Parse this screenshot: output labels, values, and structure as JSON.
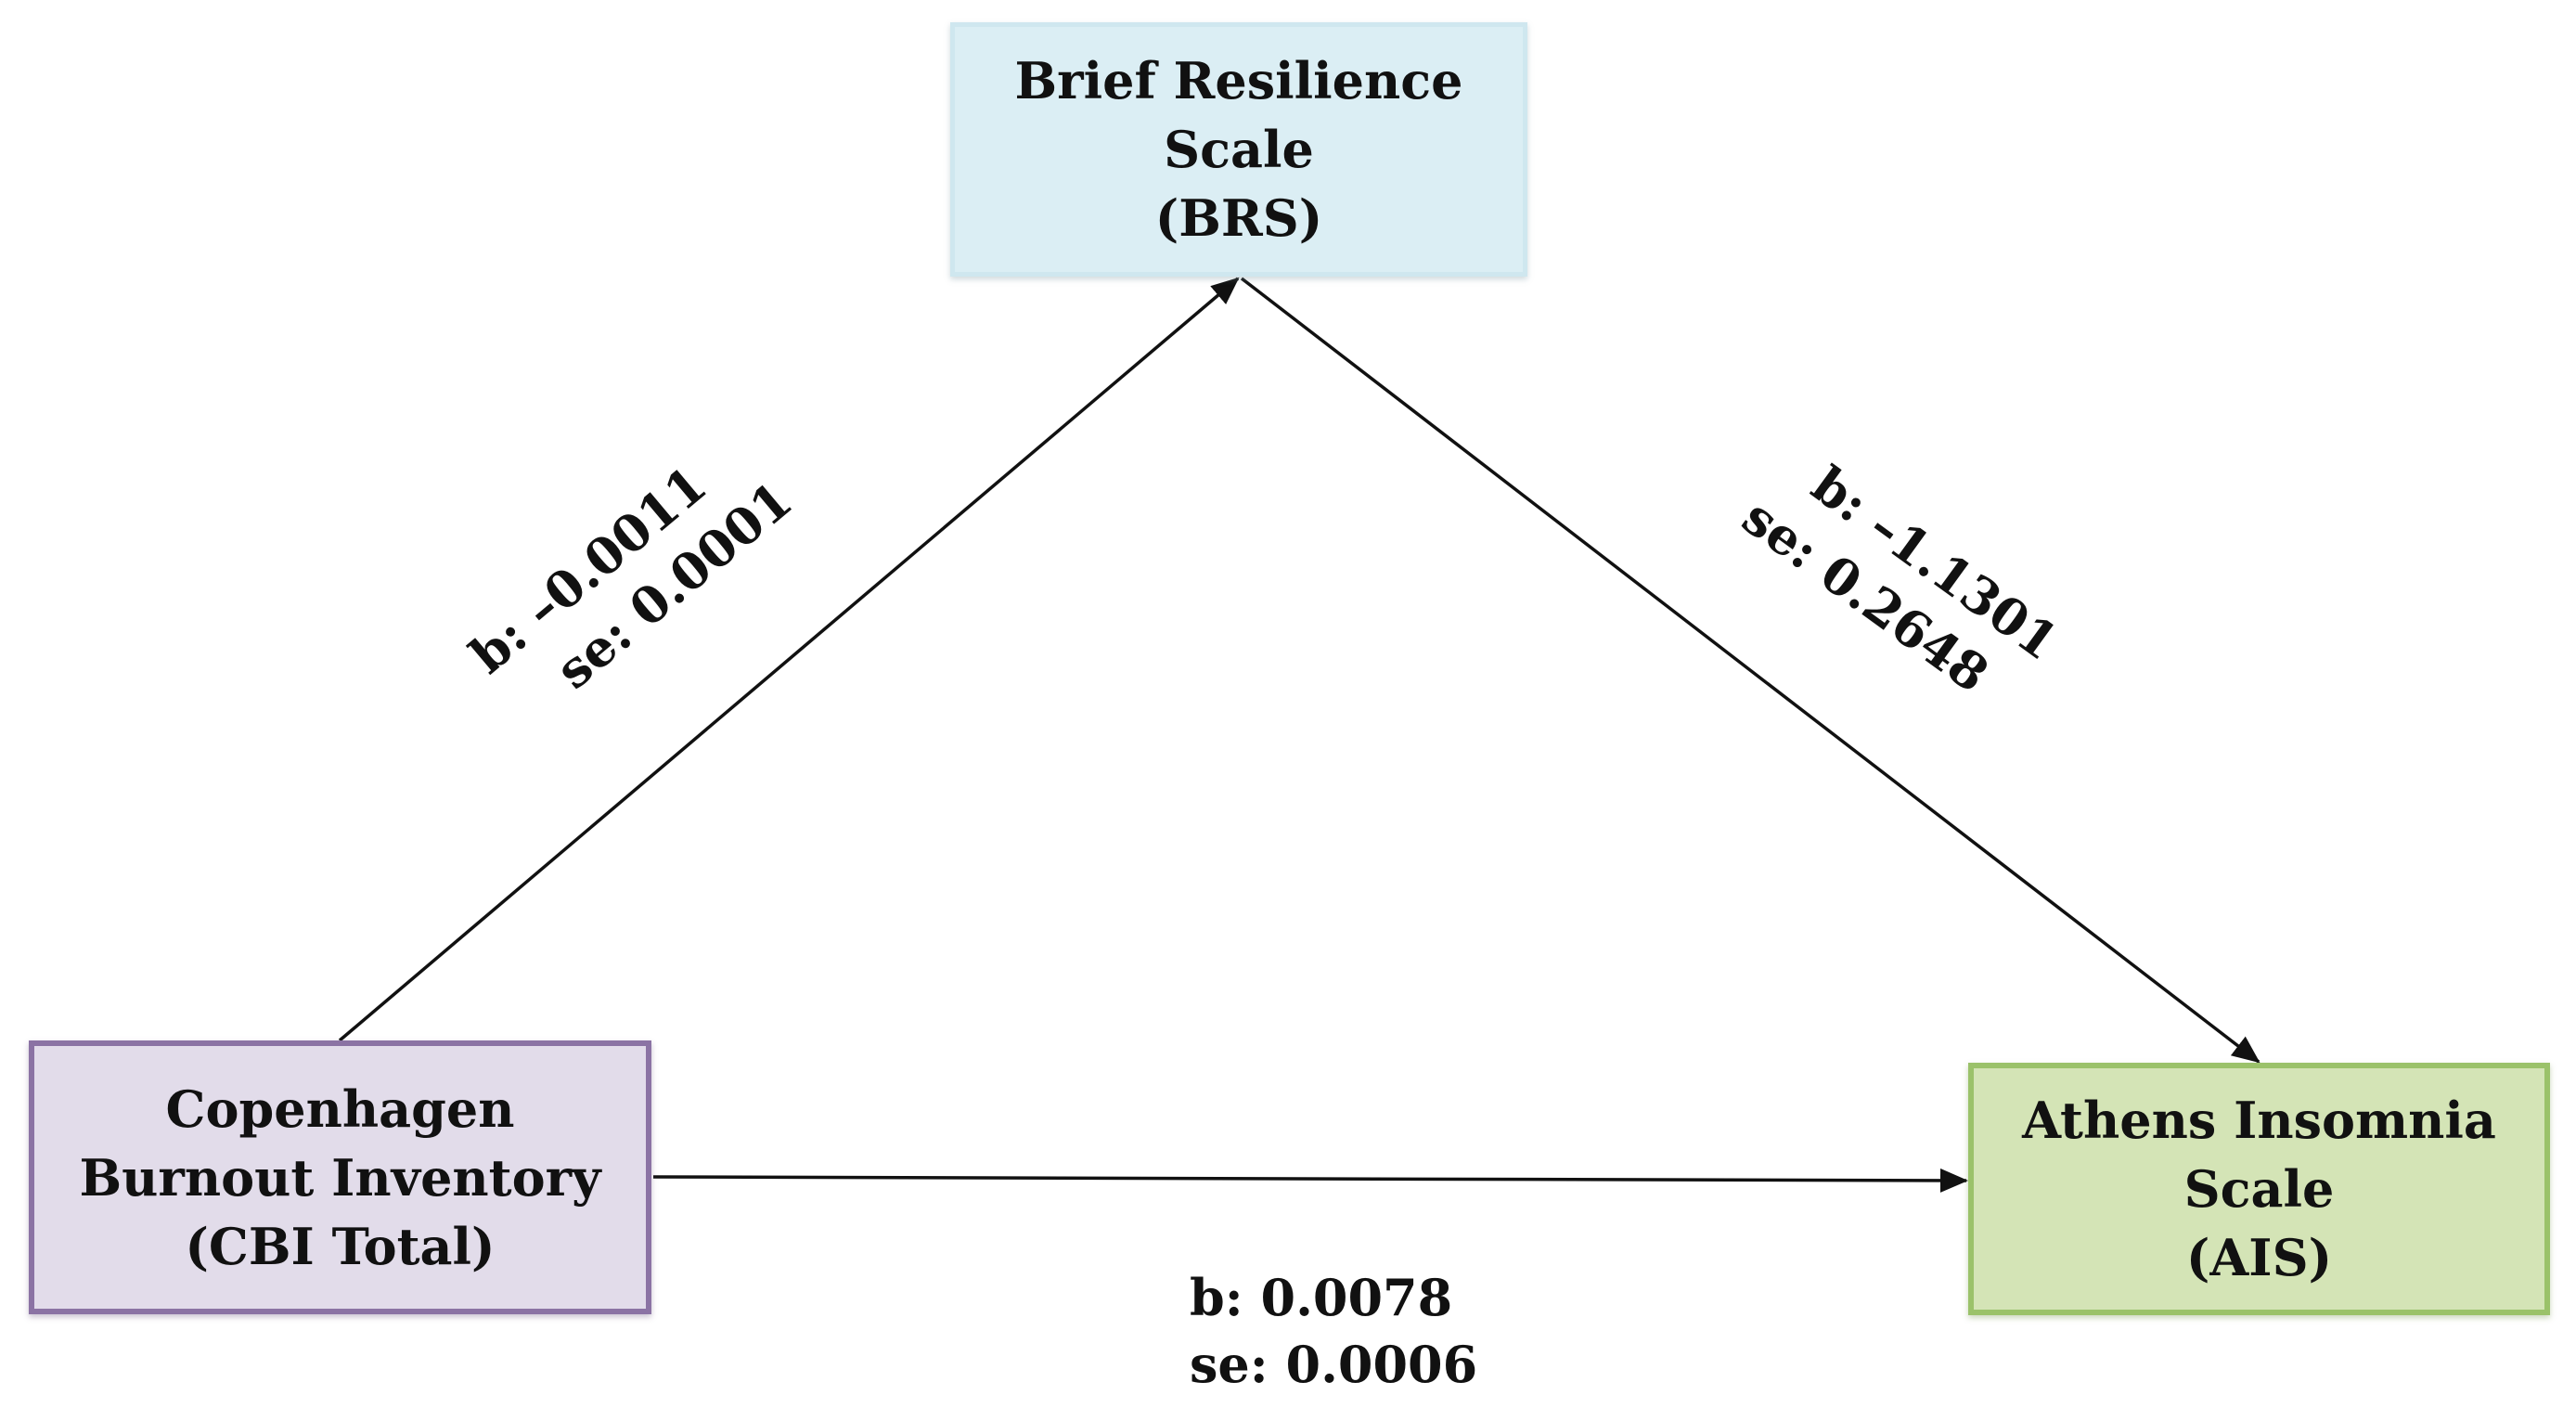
{
  "nodes": {
    "brs": {
      "line1": "Brief Resilience",
      "line2": "Scale",
      "line3": "(BRS)"
    },
    "cbi": {
      "line1": "Copenhagen",
      "line2": "Burnout Inventory",
      "line3": "(CBI Total)"
    },
    "ais": {
      "line1": "Athens Insomnia",
      "line2": "Scale",
      "line3": "(AIS)"
    }
  },
  "paths": {
    "cbi_to_brs": {
      "b": "b: –0.0011",
      "se": "se: 0.0001"
    },
    "brs_to_ais": {
      "b": "b: –1.1301",
      "se": "se: 0.2648"
    },
    "cbi_to_ais": {
      "b": "b: 0.0078",
      "se": "se: 0.0006"
    }
  },
  "colors": {
    "brs_fill": "#dbeef4",
    "cbi_fill": "#e2dcea",
    "cbi_border": "#8b73a4",
    "ais_fill": "#d4e4b6",
    "ais_border": "#9bc26a",
    "arrow": "#111111"
  }
}
